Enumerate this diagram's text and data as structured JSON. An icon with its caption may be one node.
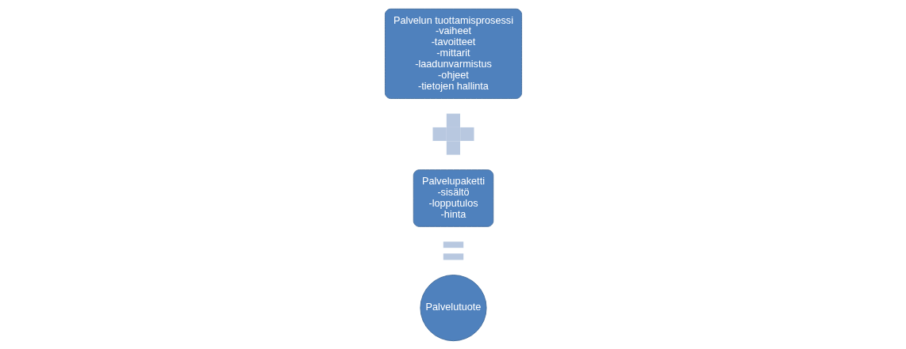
{
  "diagram": {
    "nodes": [
      {
        "text": [
          "Palvelun tuottamisprosessi",
          "-vaiheet",
          "-tavoitteet",
          "-mittarit",
          "-laadunvarmistus",
          "-ohjeet",
          "-tietojen hallinta"
        ]
      },
      {
        "text": [],
        "shape": "plus"
      },
      {
        "text": [
          "Palvelupaketti",
          "-sisältö",
          "-lopputulos",
          "-hinta"
        ]
      },
      {
        "text": [],
        "shape": "equals"
      },
      {
        "text": [
          "Palvelutuote"
        ]
      }
    ]
  }
}
